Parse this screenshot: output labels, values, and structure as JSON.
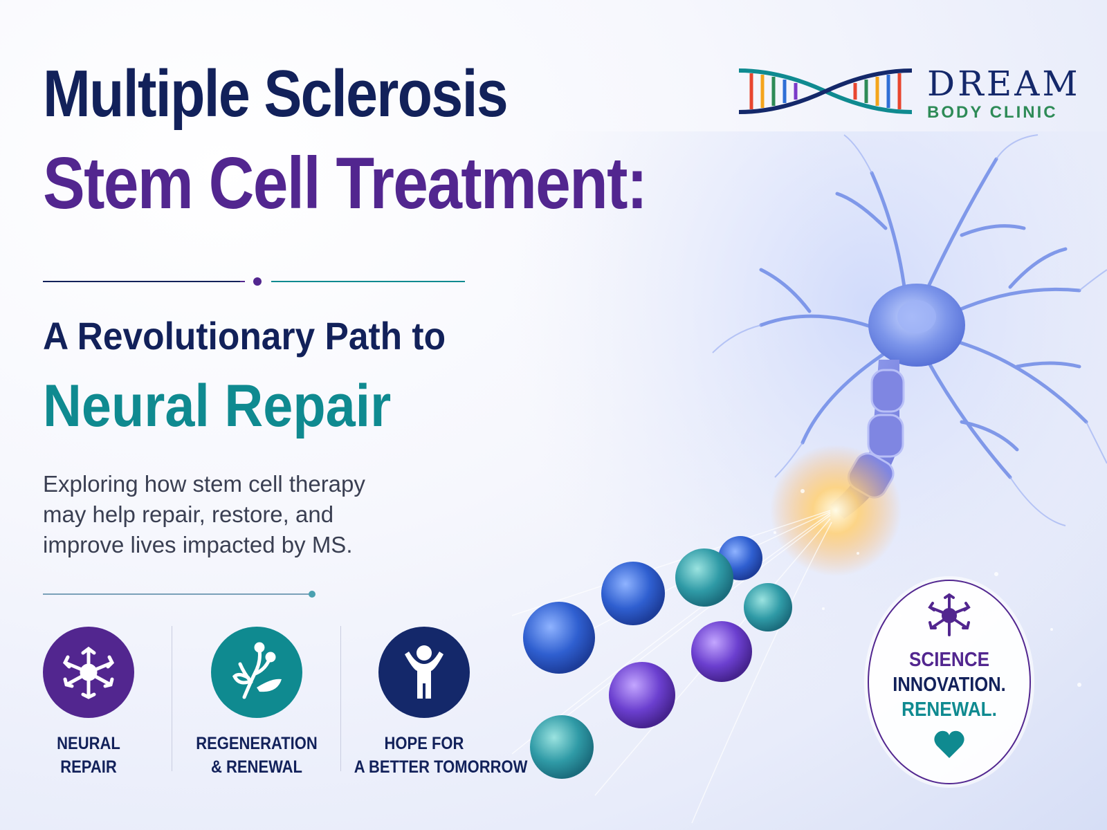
{
  "title": {
    "line1": "Multiple Sclerosis",
    "line2": "Stem Cell Treatment:"
  },
  "subtitle": {
    "line1": "A Revolutionary Path to",
    "line2": "Neural Repair"
  },
  "description": {
    "lines": [
      "Exploring how stem cell therapy",
      "may help repair, restore, and",
      "improve lives impacted by MS."
    ]
  },
  "features": [
    {
      "icon": "neuron-icon",
      "color": "#52268f",
      "line1": "NEURAL",
      "line2": "REPAIR"
    },
    {
      "icon": "plant-sprout-icon",
      "color": "#0f8a90",
      "line1": "REGENERATION",
      "line2": "& RENEWAL"
    },
    {
      "icon": "person-arms-up-icon",
      "color": "#14286a",
      "line1": "HOPE FOR",
      "line2": "A BETTER TOMORROW"
    }
  ],
  "logo": {
    "name": "DREAM",
    "subname": "BODY CLINIC",
    "icon": "dna-helix-icon"
  },
  "badge": {
    "icon": "neuron-icon",
    "line1": "SCIENCE",
    "line2": "INNOVATION.",
    "line3": "RENEWAL.",
    "heart_icon": "heart-icon"
  },
  "colors": {
    "navy": "#12215a",
    "purple": "#52268f",
    "teal": "#0f8a90",
    "green": "#2e8b57"
  }
}
